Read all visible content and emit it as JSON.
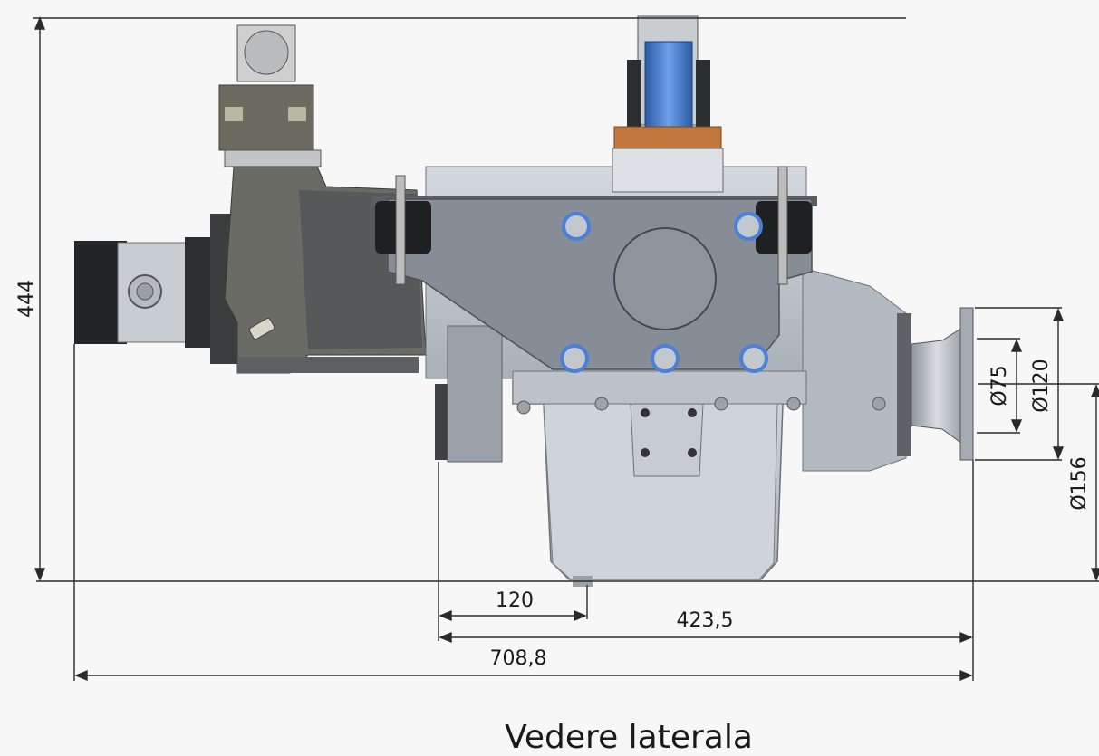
{
  "caption": "Vedere laterala",
  "dimensions": {
    "height_total": "444",
    "len_120": "120",
    "len_423": "423,5",
    "len_708": "708,8",
    "dia_75": "Ø75",
    "dia_120": "Ø120",
    "dia_156": "Ø156"
  },
  "colors": {
    "background": "#f7f7f7",
    "metal_light": "#c9cfd6",
    "metal_dark": "#5e6063",
    "bracket": "#878d96",
    "shaft_blue": "#3f73c9",
    "copper": "#c2773f",
    "bolt_blue": "#4c7fd6"
  }
}
